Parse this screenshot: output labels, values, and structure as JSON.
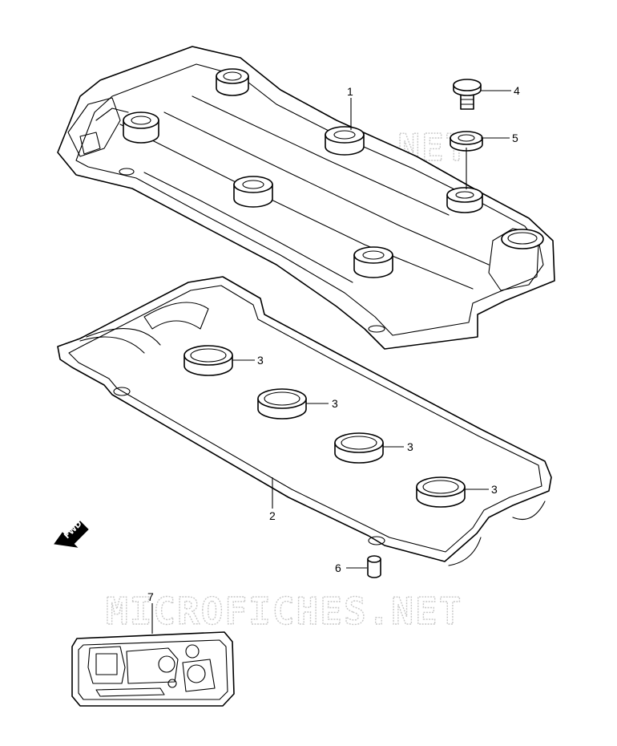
{
  "watermark": {
    "text": "MICROFICHES.NET"
  },
  "fwd_label": "FWD",
  "callouts": {
    "c1": "1",
    "c2": "2",
    "c3a": "3",
    "c3b": "3",
    "c3c": "3",
    "c3d": "3",
    "c4": "4",
    "c5": "5",
    "c6": "6",
    "c7": "7"
  }
}
